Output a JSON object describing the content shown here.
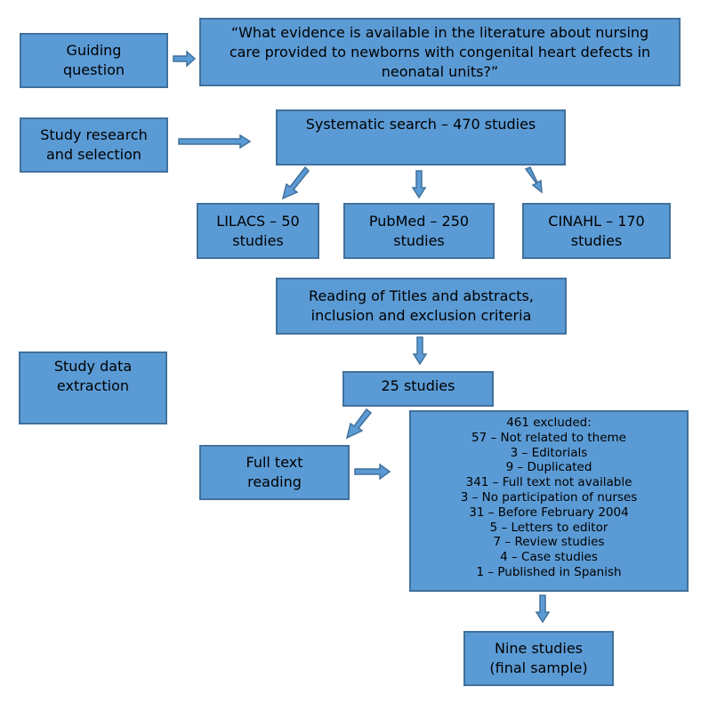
{
  "stages": {
    "guiding": [
      "Guiding",
      "question"
    ],
    "research": [
      "Study research",
      "and selection"
    ],
    "extraction": [
      "Study data",
      "extraction"
    ]
  },
  "question": [
    "“What evidence is available in the literature about nursing",
    "care provided to newborns with congenital heart defects in",
    "neonatal units?”"
  ],
  "search": [
    "Systematic search – 470 studies"
  ],
  "databases": {
    "lilacs": [
      "LILACS – 50",
      "studies"
    ],
    "pubmed": [
      "PubMed – 250",
      "studies"
    ],
    "cinahl": [
      "CINAHL – 170",
      "studies"
    ]
  },
  "reading_titles": [
    "Reading of Titles and abstracts,",
    "inclusion and exclusion criteria"
  ],
  "studies_25": [
    "25 studies"
  ],
  "full_text": [
    "Full text",
    "reading"
  ],
  "excluded": [
    "461 excluded:",
    "57 – Not related to theme",
    "3 – Editorials",
    "9 – Duplicated",
    "341 – Full text not available",
    "3 – No participation of nurses",
    "31 – Before February 2004",
    "5 – Letters to editor",
    "7 – Review studies",
    "4 – Case studies",
    "1 – Published in Spanish"
  ],
  "final": [
    "Nine studies",
    "(final sample)"
  ],
  "colors": {
    "box_fill": "#5b9bd5",
    "box_border": "#41719c"
  }
}
